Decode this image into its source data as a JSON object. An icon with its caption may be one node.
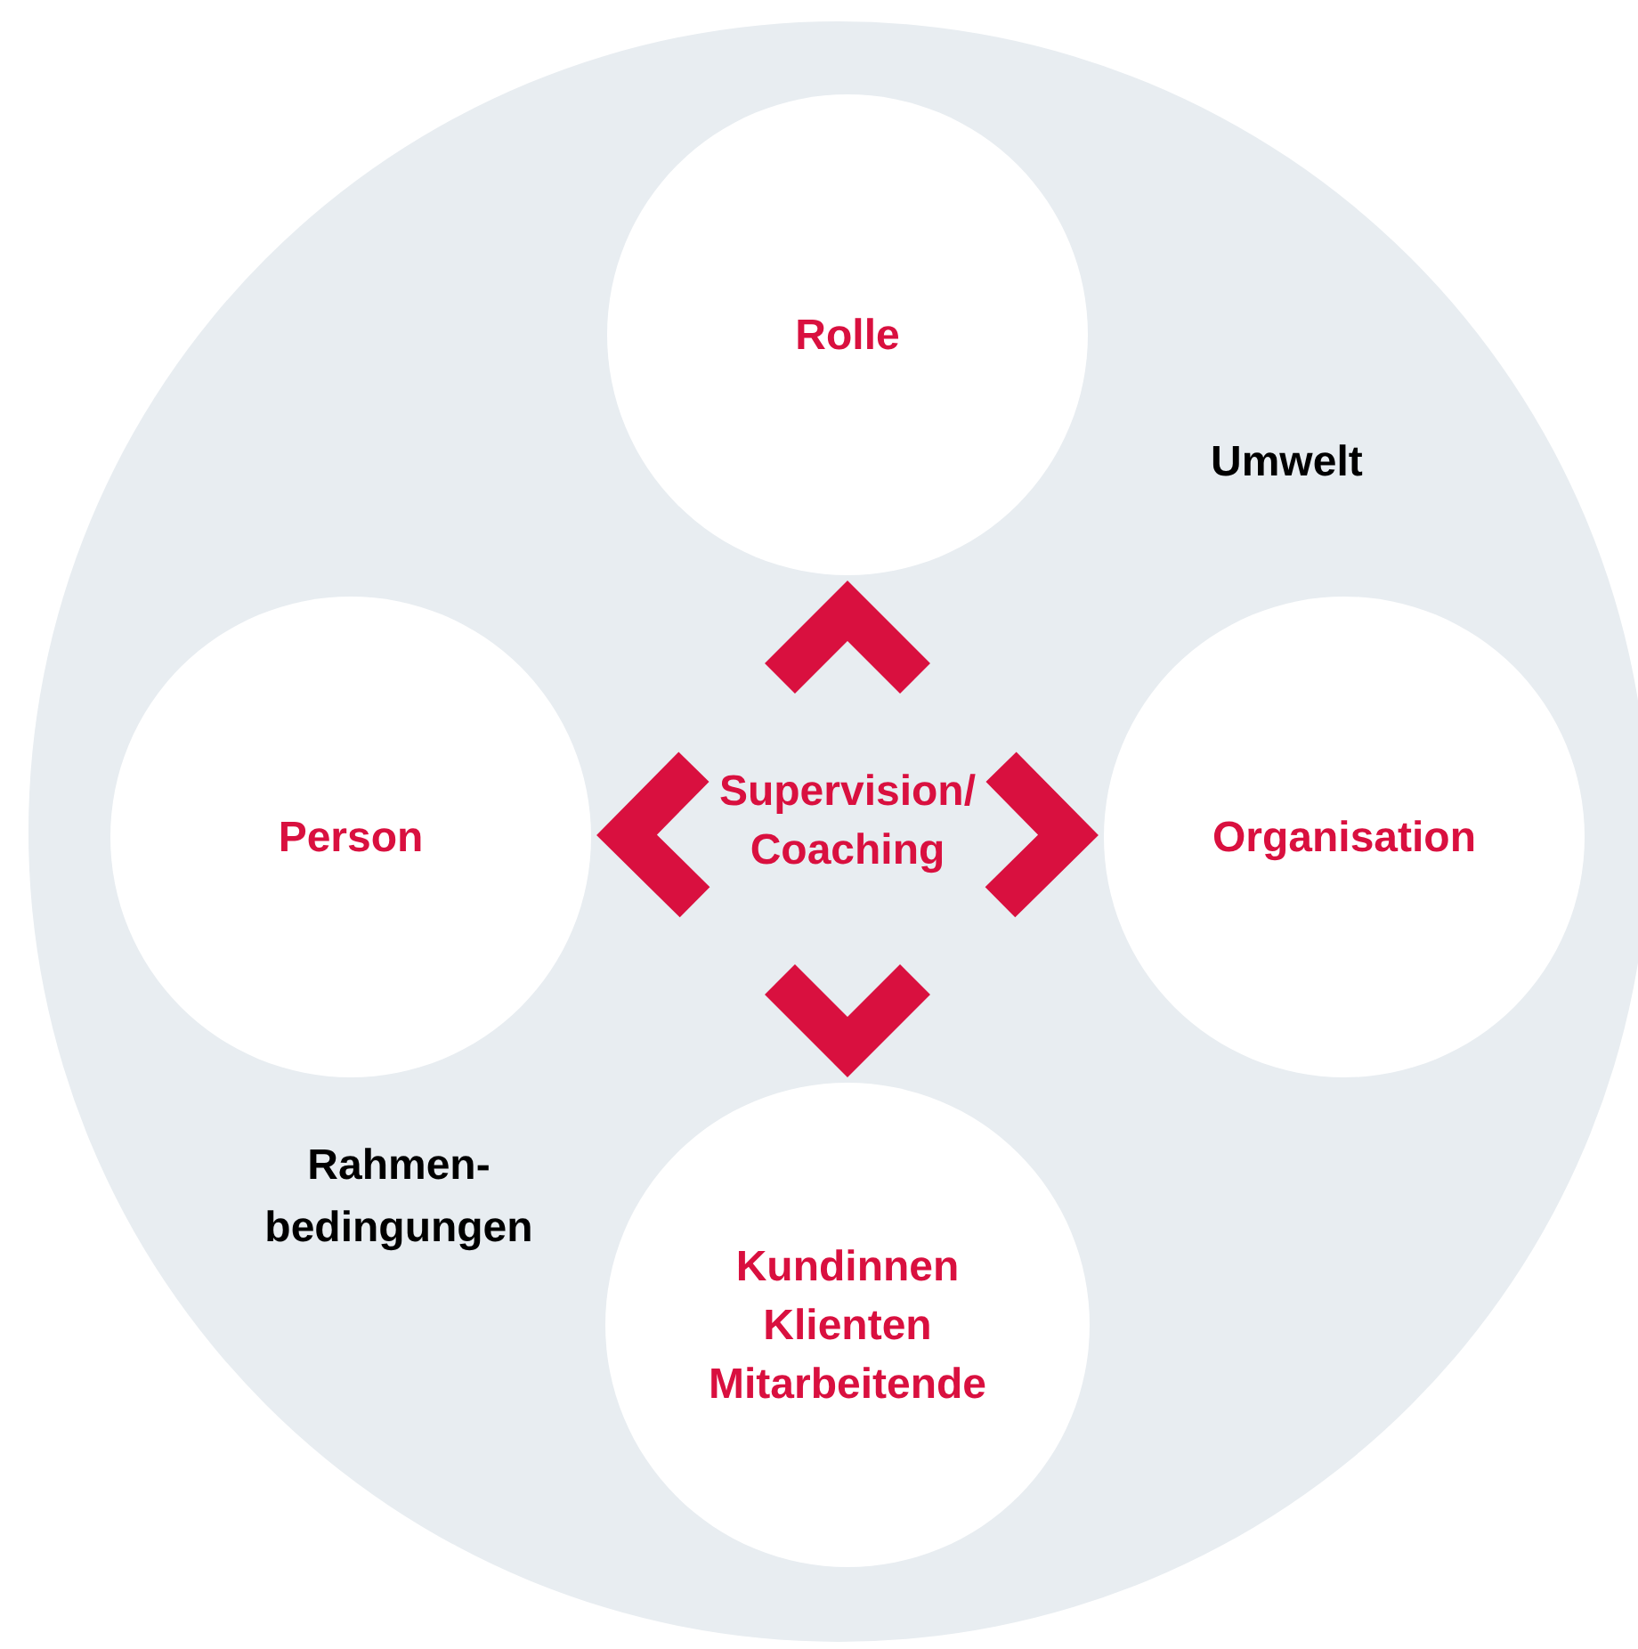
{
  "diagram": {
    "nodes": [
      {
        "text": [
          "Umwelt",
          "Rahmen- bedingungen"
        ]
      },
      {
        "text": [
          "Rolle"
        ],
        "in": 0
      },
      {
        "text": [
          "Person"
        ],
        "in": 0
      },
      {
        "text": [
          "Supervision/ Coaching"
        ],
        "in": 0
      },
      {
        "text": [
          "Organisation"
        ],
        "in": 0
      },
      {
        "text": [
          "Kundinnen Klienten Mitarbeitende"
        ],
        "in": 0
      }
    ],
    "edges": [
      {
        "from": 3,
        "to": 1,
        "arrow": "to"
      },
      {
        "from": 3,
        "to": 2,
        "arrow": "to"
      },
      {
        "from": 3,
        "to": 4,
        "arrow": "to"
      },
      {
        "from": 3,
        "to": 5,
        "arrow": "to"
      }
    ]
  }
}
